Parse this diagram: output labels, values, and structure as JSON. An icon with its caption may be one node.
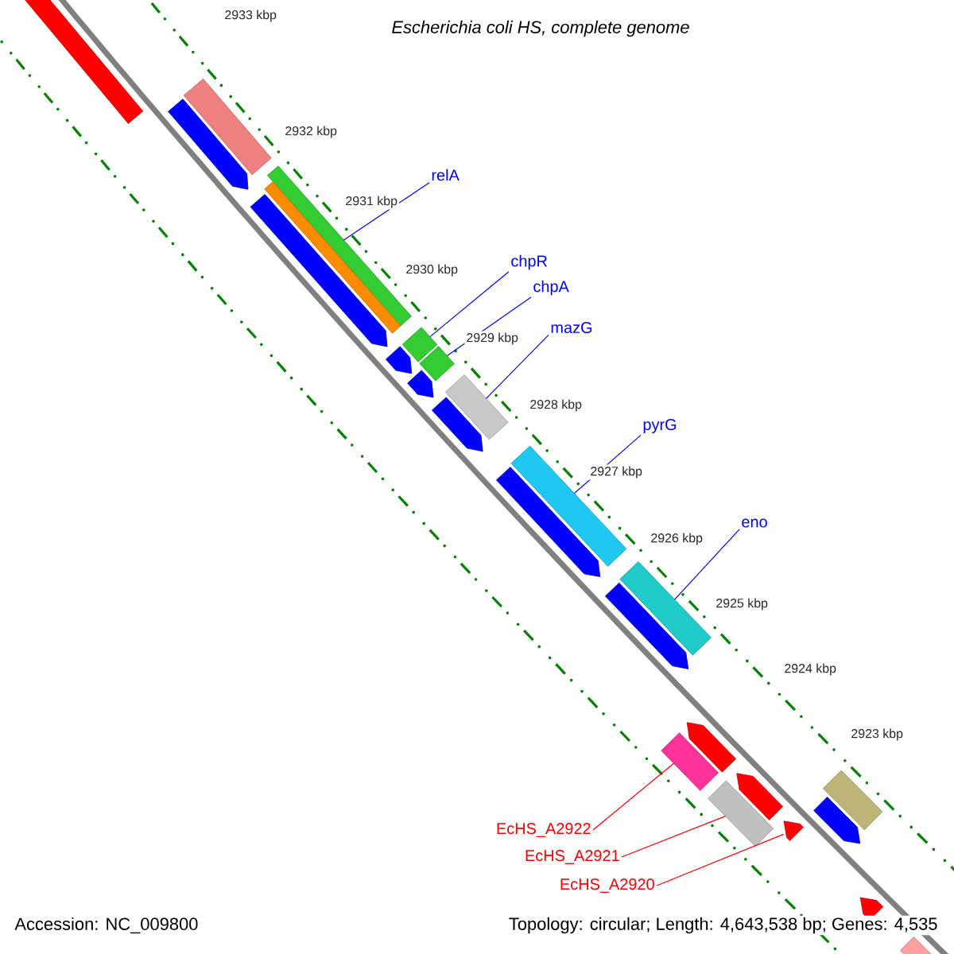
{
  "diagram": {
    "title": "*Escherichia coli HS, complete genome*",
    "nodes": [
      {
        "text": [
          "relA"
        ]
      },
      {
        "text": [
          "chpR"
        ]
      },
      {
        "text": [
          "chpA"
        ]
      },
      {
        "text": [
          "mazG"
        ]
      },
      {
        "text": [
          "pyrG"
        ]
      },
      {
        "text": [
          "eno"
        ]
      },
      {
        "text": [
          "EcHS_A2922"
        ]
      },
      {
        "text": [
          "EcHS_A2921"
        ]
      },
      {
        "text": [
          "EcHS_A2920"
        ]
      },
      {
        "text": [],
        "shape": "bar"
      },
      {
        "text": [],
        "shape": "bar"
      },
      {
        "text": [],
        "shape": "bar"
      },
      {
        "text": [],
        "shape": "bar"
      },
      {
        "text": [],
        "shape": "bar"
      },
      {
        "text": [],
        "shape": "bar"
      },
      {
        "text": [],
        "shape": "bar"
      },
      {
        "text": [],
        "shape": "bar"
      },
      {
        "text": [],
        "shape": "arrow"
      },
      {
        "text": [],
        "shape": "bar"
      },
      {
        "text": [],
        "shape": "bar"
      },
      {
        "text": [],
        "shape": "arrow"
      },
      {
        "text": [],
        "shape": "bar"
      },
      {
        "text": [],
        "shape": "arrow"
      },
      {
        "text": [],
        "shape": "arrow"
      },
      {
        "text": [],
        "shape": "arrow"
      },
      {
        "text": [],
        "shape": "arrow"
      },
      {
        "text": [],
        "shape": "arrow"
      },
      {
        "text": [],
        "shape": "arrow"
      },
      {
        "text": [],
        "shape": "arrow"
      },
      {
        "text": [],
        "shape": "arrow"
      },
      {
        "text": [],
        "shape": "bar"
      },
      {
        "text": [],
        "shape": "arrow"
      },
      {
        "text": [],
        "shape": "arrow"
      },
      {
        "text": [],
        "shape": "bar"
      }
    ],
    "edges": [
      {
        "from": 0,
        "to": 9,
        "arrow": "none"
      },
      {
        "from": 1,
        "to": 10,
        "arrow": "none"
      },
      {
        "from": 2,
        "to": 11,
        "arrow": "none"
      },
      {
        "from": 3,
        "to": 12,
        "arrow": "none"
      },
      {
        "from": 4,
        "to": 13,
        "arrow": "none"
      },
      {
        "from": 5,
        "to": 14,
        "arrow": "none"
      },
      {
        "from": 6,
        "to": 15,
        "arrow": "none",
        "color": "#ff0000"
      },
      {
        "from": 7,
        "to": 16,
        "arrow": "none",
        "color": "#ff0000"
      },
      {
        "from": 8,
        "to": 17,
        "arrow": "none",
        "color": "#ff0000"
      }
    ],
    "labels": [
      "2933 kbp",
      "2932 kbp",
      "2931 kbp",
      "2930 kbp",
      "2929 kbp",
      "2928 kbp",
      "2927 kbp",
      "2926 kbp",
      "2925 kbp",
      "2924 kbp",
      "2923 kbp",
      "Accession: NC_009800",
      "Topology: circular; Length: 4,643,538 bp; Genes: 4,535"
    ]
  }
}
